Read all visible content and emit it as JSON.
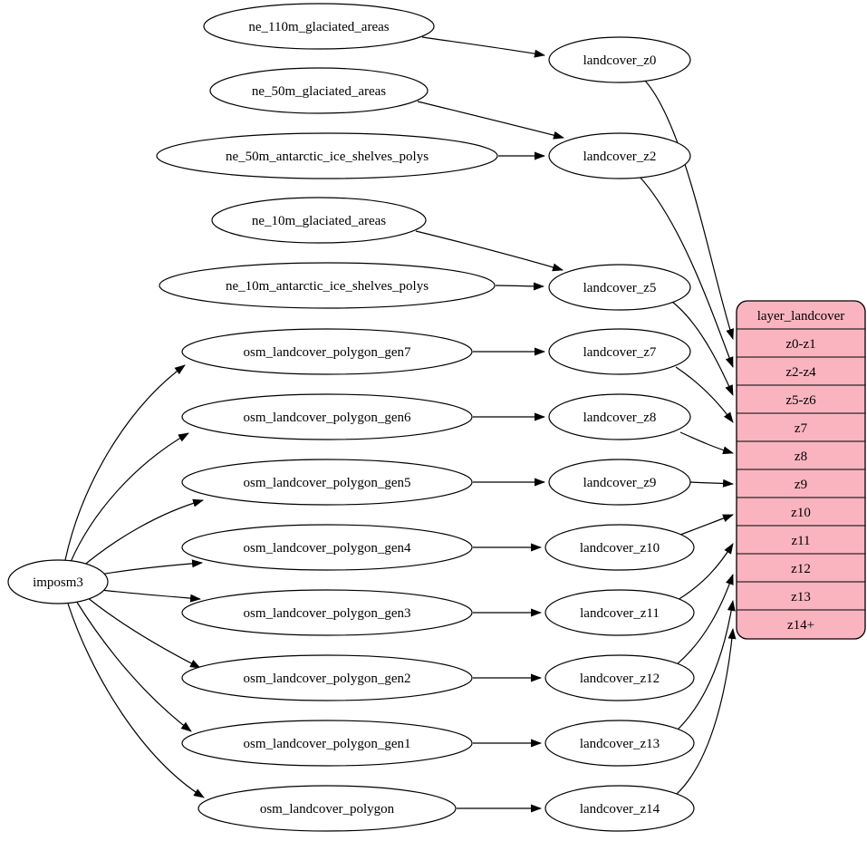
{
  "graph": {
    "type": "dependency-diagram",
    "rankdir": "LR",
    "background": "#ffffff"
  },
  "colors": {
    "record_fill": "#fab4c0",
    "node_fill": "#ffffff",
    "stroke": "#000000"
  },
  "nodes": {
    "imposm3": "imposm3",
    "ne_110m_glaciated_areas": "ne_110m_glaciated_areas",
    "ne_50m_glaciated_areas": "ne_50m_glaciated_areas",
    "ne_50m_antarctic_ice_shelves_polys": "ne_50m_antarctic_ice_shelves_polys",
    "ne_10m_glaciated_areas": "ne_10m_glaciated_areas",
    "ne_10m_antarctic_ice_shelves_polys": "ne_10m_antarctic_ice_shelves_polys",
    "osm_landcover_polygon_gen7": "osm_landcover_polygon_gen7",
    "osm_landcover_polygon_gen6": "osm_landcover_polygon_gen6",
    "osm_landcover_polygon_gen5": "osm_landcover_polygon_gen5",
    "osm_landcover_polygon_gen4": "osm_landcover_polygon_gen4",
    "osm_landcover_polygon_gen3": "osm_landcover_polygon_gen3",
    "osm_landcover_polygon_gen2": "osm_landcover_polygon_gen2",
    "osm_landcover_polygon_gen1": "osm_landcover_polygon_gen1",
    "osm_landcover_polygon": "osm_landcover_polygon",
    "landcover_z0": "landcover_z0",
    "landcover_z2": "landcover_z2",
    "landcover_z5": "landcover_z5",
    "landcover_z7": "landcover_z7",
    "landcover_z8": "landcover_z8",
    "landcover_z9": "landcover_z9",
    "landcover_z10": "landcover_z10",
    "landcover_z11": "landcover_z11",
    "landcover_z12": "landcover_z12",
    "landcover_z13": "landcover_z13",
    "landcover_z14": "landcover_z14"
  },
  "record": {
    "title": "layer_landcover",
    "rows": [
      "z0-z1",
      "z2-z4",
      "z5-z6",
      "z7",
      "z8",
      "z9",
      "z10",
      "z11",
      "z12",
      "z13",
      "z14+"
    ]
  },
  "edges": [
    {
      "from": "ne_110m_glaciated_areas",
      "to": "landcover_z0"
    },
    {
      "from": "ne_50m_glaciated_areas",
      "to": "landcover_z2"
    },
    {
      "from": "ne_50m_antarctic_ice_shelves_polys",
      "to": "landcover_z2"
    },
    {
      "from": "ne_10m_glaciated_areas",
      "to": "landcover_z5"
    },
    {
      "from": "ne_10m_antarctic_ice_shelves_polys",
      "to": "landcover_z5"
    },
    {
      "from": "osm_landcover_polygon_gen7",
      "to": "landcover_z7"
    },
    {
      "from": "osm_landcover_polygon_gen6",
      "to": "landcover_z8"
    },
    {
      "from": "osm_landcover_polygon_gen5",
      "to": "landcover_z9"
    },
    {
      "from": "osm_landcover_polygon_gen4",
      "to": "landcover_z10"
    },
    {
      "from": "osm_landcover_polygon_gen3",
      "to": "landcover_z11"
    },
    {
      "from": "osm_landcover_polygon_gen2",
      "to": "landcover_z12"
    },
    {
      "from": "osm_landcover_polygon_gen1",
      "to": "landcover_z13"
    },
    {
      "from": "osm_landcover_polygon",
      "to": "landcover_z14"
    },
    {
      "from": "imposm3",
      "to": "osm_landcover_polygon_gen7"
    },
    {
      "from": "imposm3",
      "to": "osm_landcover_polygon_gen6"
    },
    {
      "from": "imposm3",
      "to": "osm_landcover_polygon_gen5"
    },
    {
      "from": "imposm3",
      "to": "osm_landcover_polygon_gen4"
    },
    {
      "from": "imposm3",
      "to": "osm_landcover_polygon_gen3"
    },
    {
      "from": "imposm3",
      "to": "osm_landcover_polygon_gen2"
    },
    {
      "from": "imposm3",
      "to": "osm_landcover_polygon_gen1"
    },
    {
      "from": "imposm3",
      "to": "osm_landcover_polygon"
    },
    {
      "from": "landcover_z0",
      "to": "layer_landcover",
      "row": "z0-z1"
    },
    {
      "from": "landcover_z2",
      "to": "layer_landcover",
      "row": "z2-z4"
    },
    {
      "from": "landcover_z5",
      "to": "layer_landcover",
      "row": "z5-z6"
    },
    {
      "from": "landcover_z7",
      "to": "layer_landcover",
      "row": "z7"
    },
    {
      "from": "landcover_z8",
      "to": "layer_landcover",
      "row": "z8"
    },
    {
      "from": "landcover_z9",
      "to": "layer_landcover",
      "row": "z9"
    },
    {
      "from": "landcover_z10",
      "to": "layer_landcover",
      "row": "z10"
    },
    {
      "from": "landcover_z11",
      "to": "layer_landcover",
      "row": "z11"
    },
    {
      "from": "landcover_z12",
      "to": "layer_landcover",
      "row": "z12"
    },
    {
      "from": "landcover_z13",
      "to": "layer_landcover",
      "row": "z13"
    },
    {
      "from": "landcover_z14",
      "to": "layer_landcover",
      "row": "z14+"
    }
  ]
}
